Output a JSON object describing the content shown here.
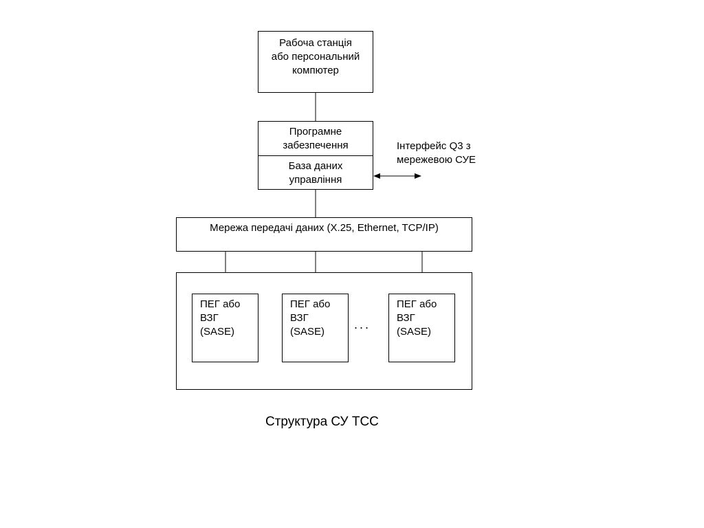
{
  "nodes": {
    "workstation": "Рабоча станція\nабо персональний\nкомпютер",
    "software": "Програмне\nзабезпечення",
    "database": "База даних\nуправління",
    "network": "Мережа передачі даних (X.25, Ethernet, TCP/IP)",
    "device_1": "ПЕГ або\nВЗГ\n(SASE)",
    "device_2": "ПЕГ або\nВЗГ\n(SASE)",
    "device_3": "ПЕГ або\nВЗГ\n(SASE)",
    "ellipsis": "..."
  },
  "interface_label": "Інтерфейс Q3 з\nмережевою СУЕ",
  "caption": "Структура СУ ТСС"
}
